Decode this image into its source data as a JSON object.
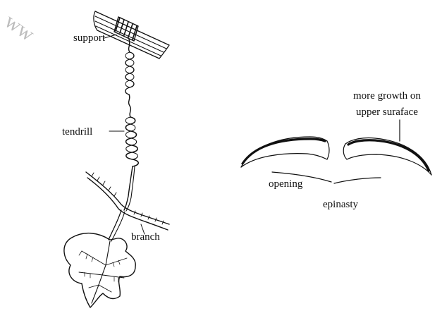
{
  "labels": {
    "support": "support",
    "tendril": "tendrill",
    "branch": "branch",
    "note_line1": "more growth on",
    "note_line2": "upper suraface",
    "opening": "opening",
    "epinasty": "epinasty"
  },
  "watermark": "ww"
}
